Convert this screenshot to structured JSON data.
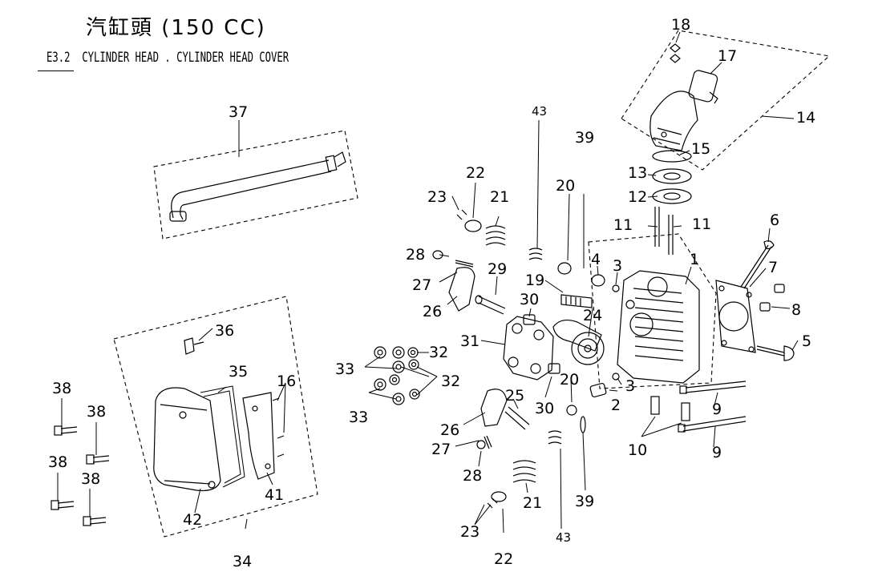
{
  "header": {
    "title_cn": "汽缸頭 (150 CC)",
    "section_code": "E3.2",
    "title_en": "CYLINDER HEAD . CYLINDER HEAD COVER"
  },
  "callouts": [
    "1",
    "2",
    "3",
    "3",
    "4",
    "5",
    "6",
    "7",
    "8",
    "9",
    "9",
    "10",
    "11",
    "11",
    "12",
    "13",
    "14",
    "15",
    "16",
    "17",
    "18",
    "19",
    "20",
    "20",
    "21",
    "21",
    "22",
    "22",
    "23",
    "23",
    "24",
    "25",
    "26",
    "26",
    "27",
    "27",
    "28",
    "28",
    "29",
    "30",
    "30",
    "31",
    "32",
    "32",
    "33",
    "33",
    "34",
    "35",
    "36",
    "37",
    "38",
    "38",
    "38",
    "38",
    "39",
    "39",
    "41",
    "42",
    "43",
    "43"
  ]
}
